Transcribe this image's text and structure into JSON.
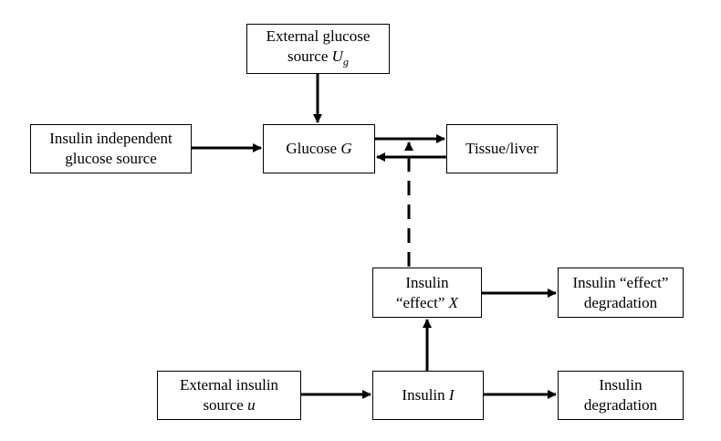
{
  "nodes": {
    "external_glucose": {
      "line1": "External glucose",
      "line2": "source ",
      "var": "U",
      "sub": "g"
    },
    "insulin_independent": {
      "line1": "Insulin independent",
      "line2": "glucose source"
    },
    "glucose": {
      "label": "Glucose ",
      "var": "G"
    },
    "tissue_liver": {
      "label": "Tissue/liver"
    },
    "insulin_effect": {
      "line1": "Insulin",
      "line2": "“effect” ",
      "var": "X"
    },
    "insulin_effect_degradation": {
      "line1": "Insulin “effect”",
      "line2": "degradation"
    },
    "external_insulin": {
      "line1": "External insulin",
      "line2": "source ",
      "var": "u"
    },
    "insulin": {
      "label": "Insulin ",
      "var": "I"
    },
    "insulin_degradation": {
      "line1": "Insulin",
      "line2": "degradation"
    }
  }
}
